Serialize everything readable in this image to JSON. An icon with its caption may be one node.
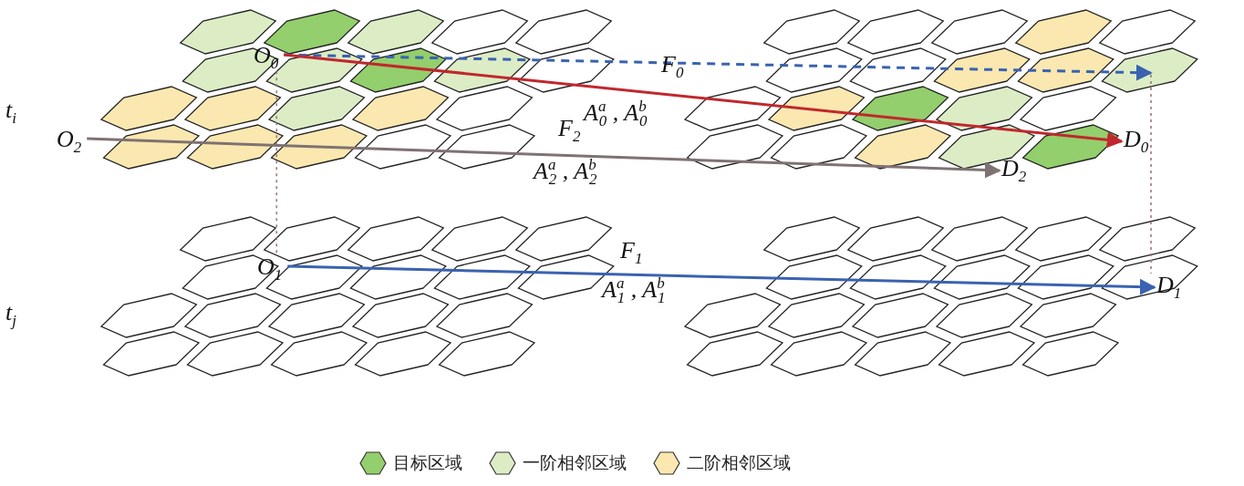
{
  "diagram": {
    "nodes": [
      {
        "text": [
          "O$_{0}$"
        ]
      },
      {
        "text": [
          "D$_{0}$"
        ]
      },
      {
        "text": [
          "O$_{2}$"
        ]
      },
      {
        "text": [
          "D$_{2}$"
        ]
      },
      {
        "text": [
          "O$_{1}$"
        ]
      },
      {
        "text": [
          "D$_{1}$"
        ]
      }
    ],
    "edges": [
      {
        "from": 0,
        "to": null,
        "arrow": "to",
        "label": "F$_{0}$",
        "style": "dashed",
        "color": "#3a62b0"
      },
      {
        "from": 0,
        "to": 1,
        "arrow": "to",
        "label": "A$^{a}$$_{0}$ , A$^{b}$$_{0}$",
        "color": "#c0282d"
      },
      {
        "from": 2,
        "to": 3,
        "arrow": "to",
        "label": "F$_{2}$",
        "color": "#7f7272"
      },
      {
        "from": 4,
        "to": 5,
        "arrow": "to",
        "label": "F$_{1}$",
        "color": "#3a62b0"
      },
      {
        "from": 0,
        "to": 4,
        "arrow": "none",
        "style": "dashed",
        "color": "#9a7a7a"
      },
      {
        "from": null,
        "to": 5,
        "arrow": "none",
        "style": "dashed",
        "color": "#9a7a7a"
      }
    ],
    "labels": [
      "t$_{i}$",
      "A$^{a}$$_{2}$ , A$^{b}$$_{2}$",
      "t$_{j}$",
      "A$^{a}$$_{1}$ , A$^{b}$$_{1}$"
    ],
    "legend": [
      {
        "text": "目标区域",
        "color": "#93cf6d"
      },
      {
        "text": "一阶相邻区域",
        "color": "#dcedc6"
      },
      {
        "text": "二阶相邻区域",
        "color": "#fbe8b0"
      }
    ]
  }
}
